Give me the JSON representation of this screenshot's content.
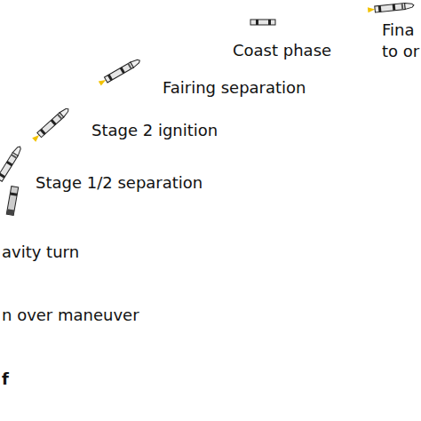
{
  "diagram": {
    "labels": [
      "Coast phase",
      "Fina",
      "to or",
      "Fairing separation",
      "Stage 2 ignition",
      "Stage 1/2 separation",
      "avity turn",
      "n over maneuver",
      "f"
    ]
  }
}
